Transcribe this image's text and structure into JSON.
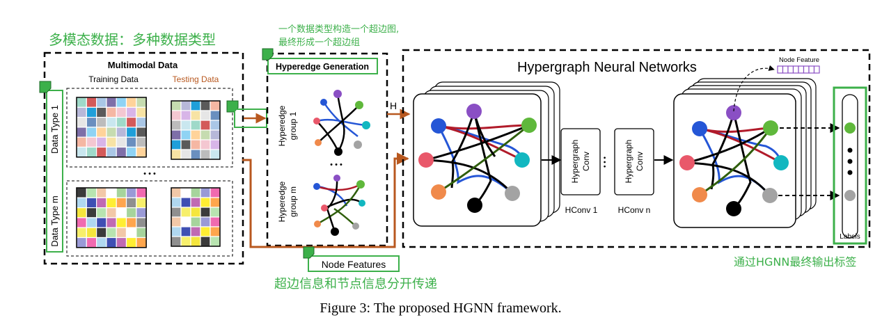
{
  "annotations": {
    "multimodal_note": "多模态数据：多种数据类型",
    "hyperedge_note_line1": "一个数据类型构造一个超边图,",
    "hyperedge_note_line2": "最终形成一个超边组",
    "node_features_note": "超边信息和节点信息分开传递",
    "output_note": "通过HGNN最终输出标签",
    "color": "#3cb04a"
  },
  "multimodal": {
    "title": "Multimodal Data",
    "training_label": "Training Data",
    "testing_label": "Testing Data",
    "testing_color": "#b8581f",
    "type1_label": "Data Type 1",
    "typem_label": "Data Type m",
    "ellipsis": "• • •"
  },
  "hyperedge": {
    "title": "Hyperedge Generation",
    "group1_line1": "Hyperedge",
    "group1_line2": "group 1",
    "groupm_line1": "Hyperedge",
    "groupm_line2": "group m",
    "ellipsis": "• • •"
  },
  "hgnn": {
    "title": "Hypergraph Neural Networks",
    "h_label": "H",
    "conv1_line1": "Hypergraph",
    "conv1_line2": "Conv",
    "convn_line1": "Hypergraph",
    "convn_line2": "Conv",
    "conv_dots": "•  •  •",
    "hconv1_label": "HConv 1",
    "hconvn_label": "HConv n",
    "node_feature_label": "Node Feature",
    "labels_label": "Labels"
  },
  "node_features_box": "Node Features",
  "caption": "Figure 3: The proposed HGNN framework.",
  "colors": {
    "arrow_brown": "#b8581f",
    "green": "#3cb04a",
    "node_blue": "#1f73d8",
    "node_purple": "#8a4fc4",
    "node_green": "#5fb83b",
    "node_teal": "#12b7c0",
    "node_pink": "#e9586a",
    "node_orange": "#f08a4b",
    "node_gray": "#a3a3a3",
    "node_black": "#000000",
    "edge_red": "#b11b2a",
    "edge_blue": "#2556d6",
    "edge_green": "#2f5e0c"
  }
}
